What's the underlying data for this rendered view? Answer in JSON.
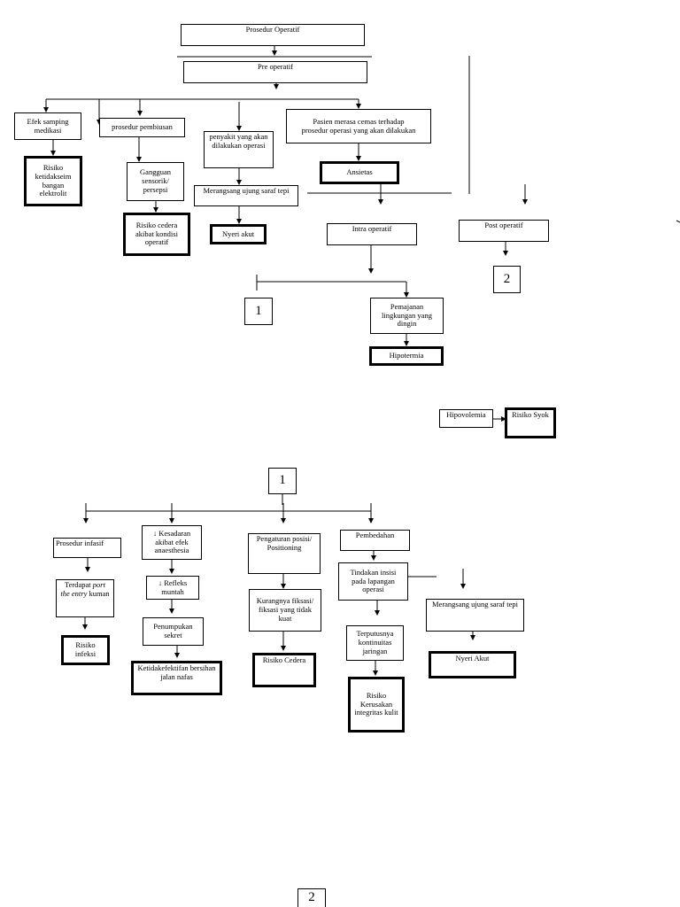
{
  "nodes": {
    "prosedur_operatif": "Prosedur Operatif",
    "pre_operatif": "Pre operatif",
    "efek_samping": "Efek samping\nmedikasi",
    "prosedur_pembiusan": "prosedur pembiusan",
    "penyakit": "penyakit yang akan\ndilakukan operasi",
    "pasien_cemas": "Pasien merasa cemas terhadap\nprosedur operasi yang akan dilakukan",
    "risiko_ketidakseimbangan": "Risiko\nketidakseim\nbangan\nelektrolit",
    "gangguan_sensorik": "Gangguan\nsensorik/\npersepsi",
    "merangsang_1": "Merangsang ujung saraf tepi",
    "ansietas": "Ansietas",
    "risiko_cedera_kondisi": "Risiko cedera\nakibat kondisi\noperatif",
    "nyeri_akut_1": "Nyeri akut",
    "intra_operatif": "Intra  operatif",
    "post_operatif": "Post  operatif",
    "ref_2_top": "2",
    "ref_1_left": "1",
    "pemajanan": "Pemajanan\nlingkungan yang\ndingin",
    "hipotermia": "Hipotermia",
    "hipovolemia": "Hipovolemia",
    "risiko_syok": "Risiko Syok",
    "ref_1_header": "1",
    "prosedur_infasif": "Prosedur infasif",
    "kesadaran": "↓ Kesadaran\nakibat efek\nanaesthesia",
    "pengaturan_posisi": "Pengaturan posisi/\nPositioning",
    "pembedahan": "Pembedahan",
    "terdapat_pre": "Terdapat ",
    "terdapat_italic": "port\nthe entry",
    "terdapat_post": " kuman",
    "refleks_muntah": "↓ Refleks\nmuntah",
    "kurangnya_fiksasi": "Kurangnya fiksasi/\nfiksasi yang tidak\nkuat",
    "tindakan_insisi": "Tindakan insisi\npada lapangan\noperasi",
    "merangsang_2": "Merangsang ujung saraf tepi",
    "penumpukan_sekret": "Penumpukan\nsekret",
    "terputusnya": "Terputusnya\nkontinuitas\njaringan",
    "risiko_infeksi": "Risiko\ninfeksi",
    "ketidakefektifan": "Ketidakefektifan bersihan\njalan nafas",
    "risiko_cedera": "Risiko Cedera",
    "nyeri_akut_2": "Nyeri Akut",
    "risiko_kerusakan": "Risiko\nKerusakan\nintegritas kulit",
    "ref_2_bottom": "2"
  }
}
